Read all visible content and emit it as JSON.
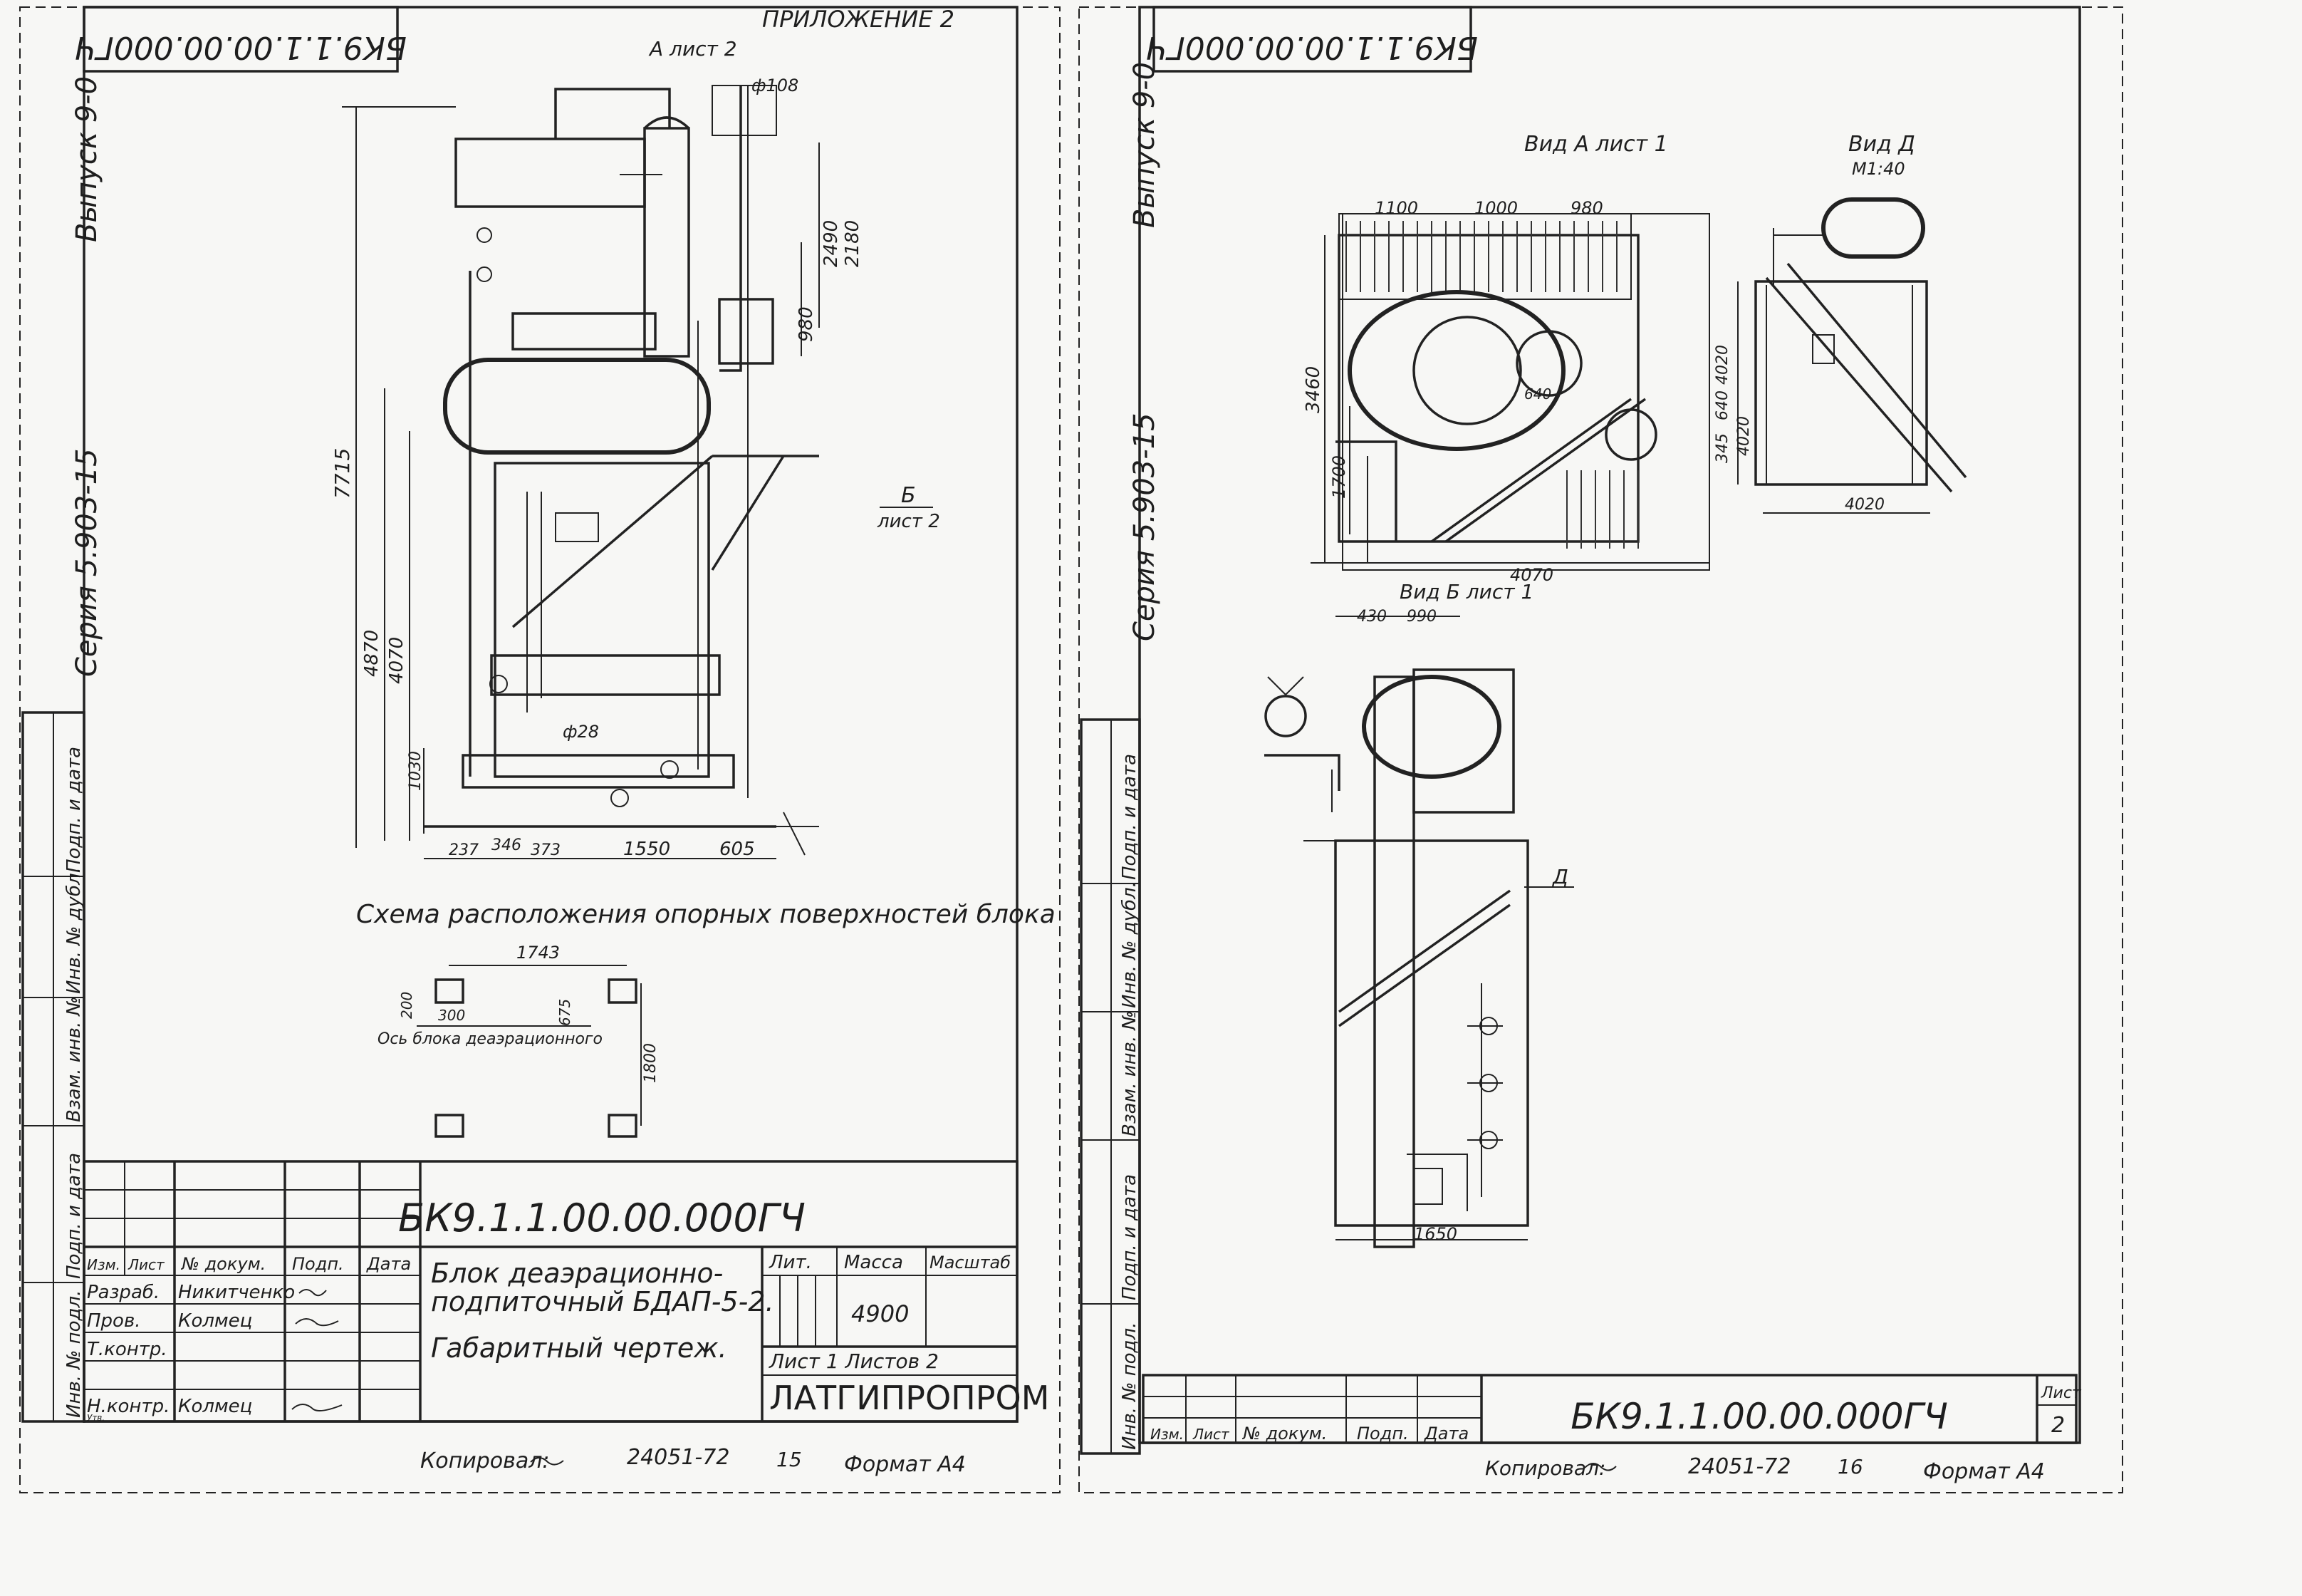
{
  "sheet1": {
    "top_stamp": "БК9.1.1.00.00.000ГЧ",
    "appendix": "ПРИЛОЖЕНИЕ 2",
    "view_ref_a": "А лист 2",
    "view_ref_b_letter": "Б",
    "view_ref_b_sheet": "лист 2",
    "issue_label": "Выпуск 9-0",
    "series_label": "Серия 5.903-15",
    "dimensions": {
      "d108": "ф108",
      "d2490": "2490",
      "d2180": "2180",
      "d980": "980",
      "d7715": "7715",
      "d4870": "4870",
      "d4070": "4070",
      "d1030": "1030",
      "d828": "ф28",
      "d237": "237",
      "d346": "346",
      "d373": "373",
      "d1550": "1550",
      "d605": "605",
      "d1743": "1743",
      "d200": "200",
      "d300": "300",
      "d675": "675",
      "d1800": "1800"
    },
    "supports_caption": "Схема расположения опорных поверхностей блока",
    "axis_caption": "Ось блока деаэрационного",
    "side_strip": [
      "Подп. и дата",
      "Инв. № дубл.",
      "Взам. инв. №",
      "Подп. и дата",
      "Инв. № подл."
    ],
    "title_block": {
      "doc_code": "БК9.1.1.00.00.000ГЧ",
      "name_line1": "Блок деаэрационно-",
      "name_line2": "подпиточный БДАП-5-2.",
      "doc_type": "Габаритный чертеж.",
      "col_lit": "Лит.",
      "col_mass": "Масса",
      "col_scale": "Масштаб",
      "mass_value": "4900",
      "sheet_info": "Лист 1  Листов 2",
      "org": "ЛАТГИПРОПРОМ",
      "header_cells": [
        "Изм.",
        "Лист",
        "№ докум.",
        "Подп.",
        "Дата"
      ],
      "roles": [
        "Разраб.",
        "Пров.",
        "Т.контр.",
        "",
        "Н.контр.",
        "Утв."
      ],
      "names": [
        "Никитченко",
        "Колмец",
        "",
        "",
        "Колмец",
        ""
      ]
    },
    "copied": "Копировал:",
    "order": "24051-72",
    "page_num": "15",
    "format": "Формат А4"
  },
  "sheet2": {
    "top_stamp": "БК9.1.1.00.00.000ГЧ",
    "issue_label": "Выпуск 9-0",
    "series_label": "Серия 5.903-15",
    "view_a_title": "Вид А лист 1",
    "view_d_title": "Вид Д",
    "view_d_scale": "М1:40",
    "view_b_title": "Вид Б лист 1",
    "arrow_d": "Д",
    "dimensions": {
      "d1100": "1100",
      "d1000": "1000",
      "d980": "980",
      "d3460": "3460",
      "d1700": "1700",
      "d640": "640",
      "d345": "345",
      "d640b": "640",
      "d4020": "4020",
      "d4070": "4070",
      "d4020b": "4020",
      "d430": "430",
      "d990": "990",
      "d1650": "1650"
    },
    "side_strip": [
      "Подп. и дата",
      "Инв. № дубл.",
      "Взам. инв. №",
      "Подп. и дата",
      "Инв. № подл."
    ],
    "title_block": {
      "doc_code": "БК9.1.1.00.00.000ГЧ",
      "header_cells": [
        "Изм.",
        "Лист",
        "№ докум.",
        "Подп.",
        "Дата"
      ],
      "sheet_label": "Лист",
      "sheet_value": "2"
    },
    "copied": "Копировал:",
    "order": "24051-72",
    "page_num": "16",
    "format": "Формат А4"
  }
}
